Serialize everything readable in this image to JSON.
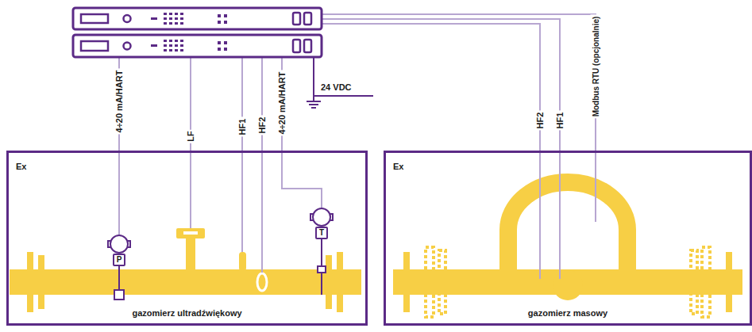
{
  "diagram": {
    "nodes": [
      {
        "text": [
          "Ex",
          "gazomierz ultradźwiękowy"
        ]
      },
      {
        "text": [
          "P"
        ],
        "in": 0
      },
      {
        "text": [
          "T"
        ],
        "in": 0
      },
      {
        "text": [
          "Ex",
          "gazomierz masowy"
        ]
      }
    ],
    "labels": [
      "4÷20 mA/HART",
      "LF",
      "HF1",
      "HF2",
      "4÷20 mA/HART",
      "24 VDC",
      "HF2",
      "HF1",
      "Modbus RTU (opcjonalnie)"
    ]
  }
}
